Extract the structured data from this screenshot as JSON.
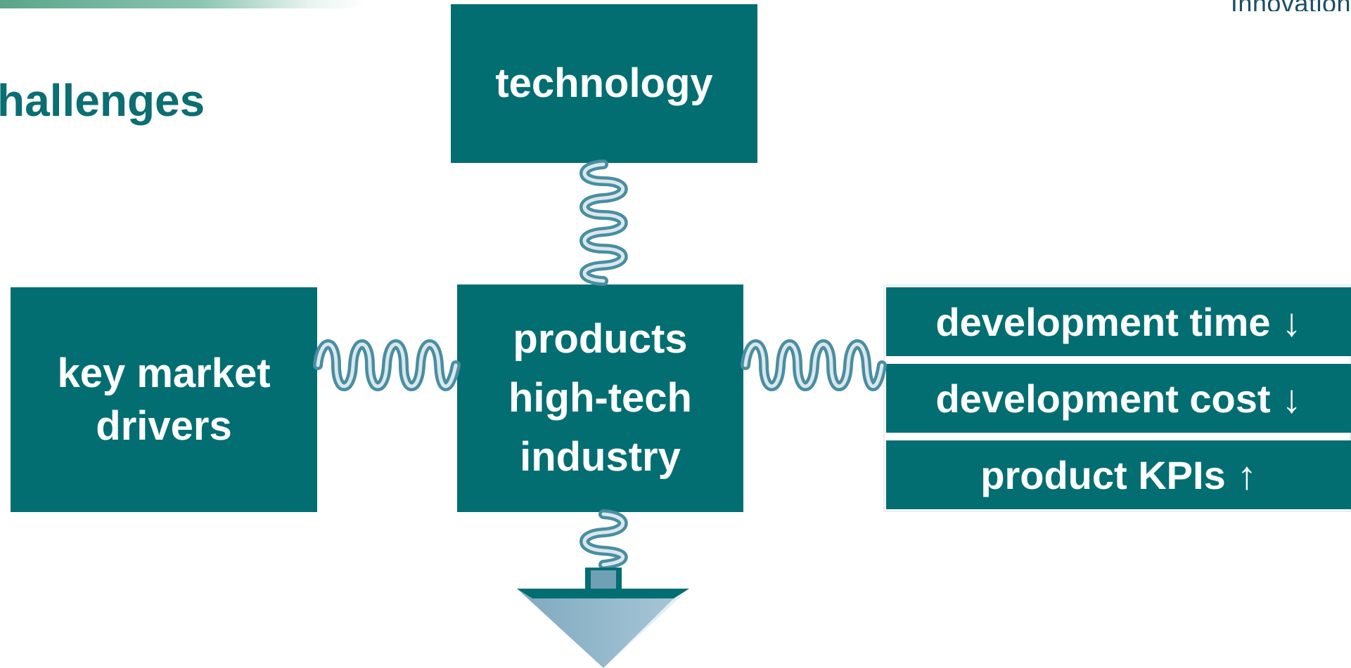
{
  "header": {
    "brand_fragment": "Innovation",
    "title_fragment": "hallenges"
  },
  "diagram": {
    "top_box": "technology",
    "left_box": "key market\ndrivers",
    "center_box": "products\nhigh-tech\nindustry",
    "results": [
      {
        "label": "development time",
        "trend_icon": "arrow-down-icon",
        "glyph": "↓"
      },
      {
        "label": "development cost",
        "trend_icon": "arrow-down-icon",
        "glyph": "↓"
      },
      {
        "label": "product KPIs",
        "trend_icon": "arrow-up-icon",
        "glyph": "↑"
      }
    ],
    "connectors": [
      "spring-icon",
      "spring-icon",
      "spring-icon",
      "spring-icon"
    ],
    "output_indicator": "down-arrow-icon",
    "colors": {
      "box_fill": "#036e72",
      "title_text": "#0b6e72",
      "spring": "#5c9fb0",
      "arrow_fill": "#9cc0d3"
    }
  }
}
